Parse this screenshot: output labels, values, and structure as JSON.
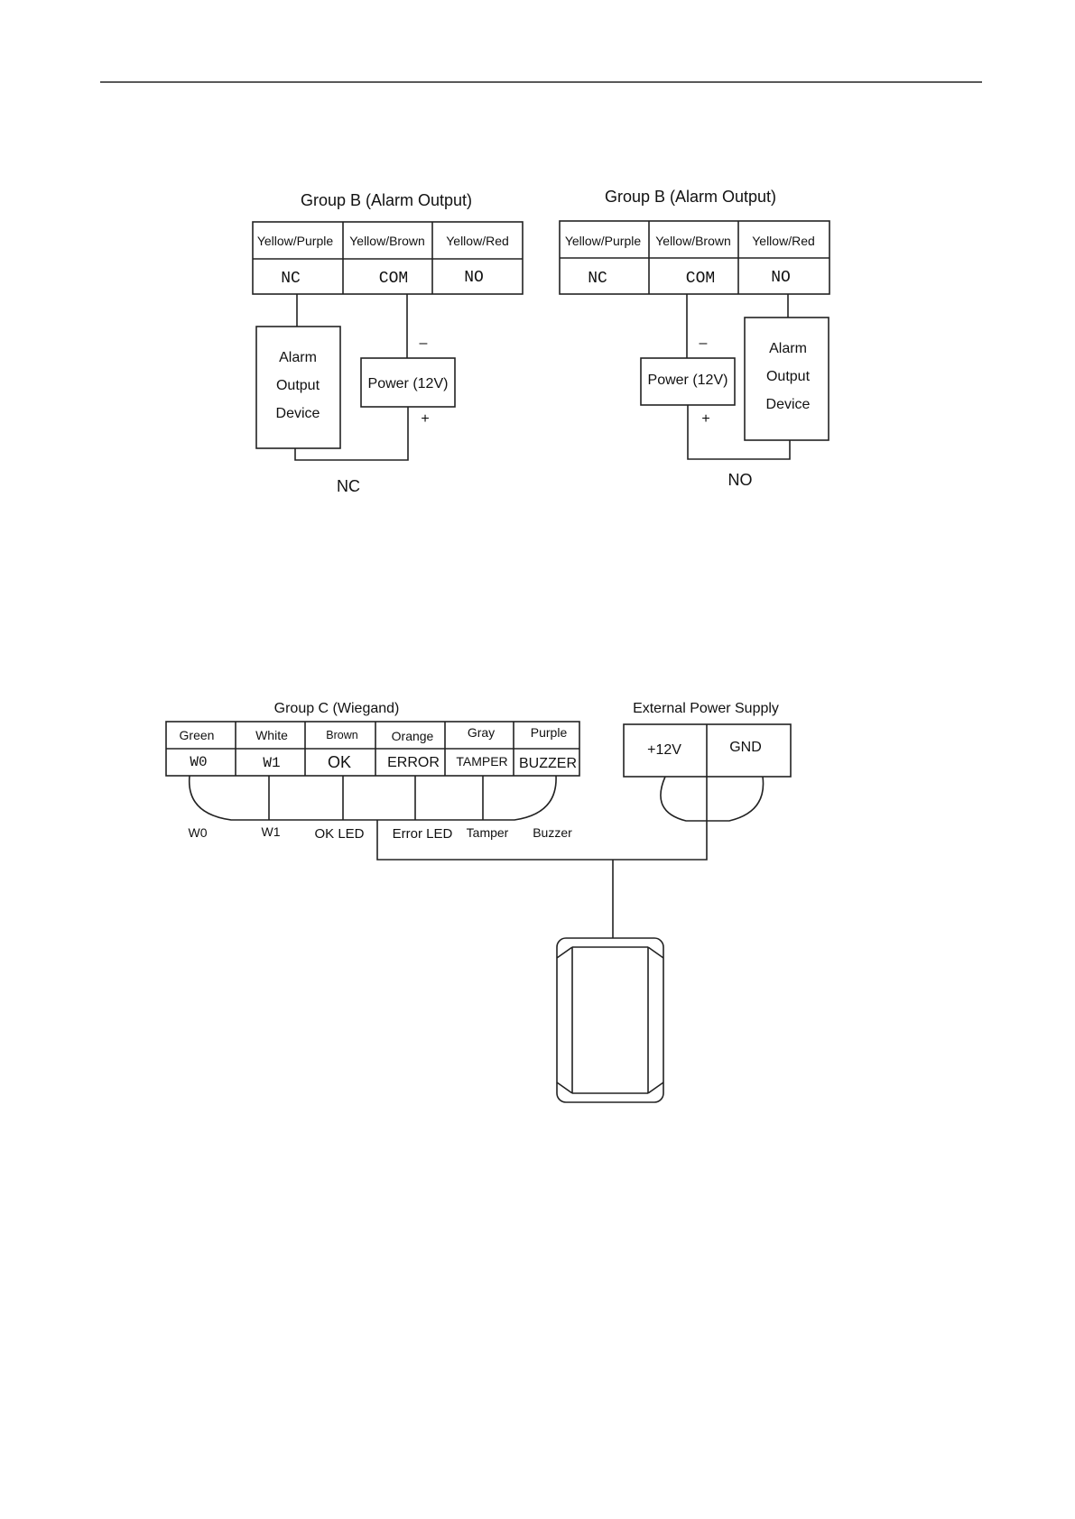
{
  "nc_diagram": {
    "title": "Group B (Alarm Output)",
    "wire_colors": [
      "Yellow/Purple",
      "Yellow/Brown",
      "Yellow/Red"
    ],
    "terminals": [
      "NC",
      "COM",
      "NO"
    ],
    "device_lines": [
      "Alarm",
      "Output",
      "Device"
    ],
    "power_label": "Power (12V)",
    "minus": "–",
    "plus": "+",
    "caption": "NC"
  },
  "no_diagram": {
    "title": "Group B (Alarm Output)",
    "wire_colors": [
      "Yellow/Purple",
      "Yellow/Brown",
      "Yellow/Red"
    ],
    "terminals": [
      "NC",
      "COM",
      "NO"
    ],
    "device_lines": [
      "Alarm",
      "Output",
      "Device"
    ],
    "power_label": "Power (12V)",
    "minus": "–",
    "plus": "+",
    "caption": "NO"
  },
  "wiegand": {
    "title": "Group C (Wiegand)",
    "wire_colors": [
      "Green",
      "White",
      "Brown",
      "Orange",
      "Gray",
      "Purple"
    ],
    "terminals": [
      "W0",
      "W1",
      "OK",
      "ERROR",
      "TAMPER",
      "BUZZER"
    ],
    "bottom_labels": [
      "W0",
      "W1",
      "OK LED",
      "Error LED",
      "Tamper",
      "Buzzer"
    ]
  },
  "power_supply": {
    "title": "External Power Supply",
    "terminals": [
      "+12V",
      "GND"
    ]
  }
}
